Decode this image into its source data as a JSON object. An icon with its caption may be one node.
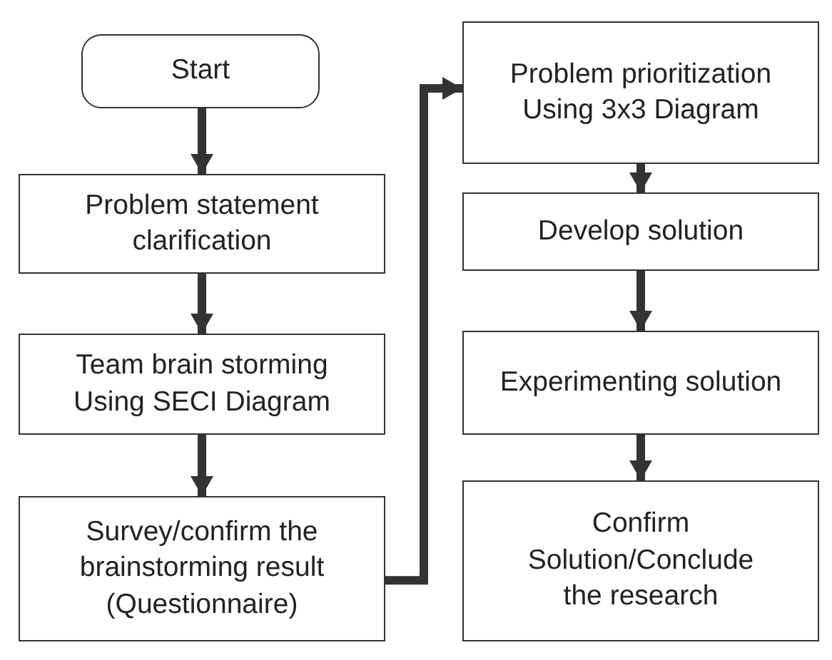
{
  "diagram": {
    "nodes": [
      {
        "text": [
          "Start"
        ]
      },
      {
        "text": [
          "Problem statement clarification"
        ]
      },
      {
        "text": [
          "Team brain storming Using SECI Diagram"
        ]
      },
      {
        "text": [
          "Survey/confirm the brainstorming result (Questionnaire)"
        ]
      },
      {
        "text": [
          "Problem prioritization Using 3x3 Diagram"
        ]
      },
      {
        "text": [
          "Develop solution"
        ]
      },
      {
        "text": [
          "Experimenting solution"
        ]
      },
      {
        "text": [
          "Confirm Solution/Conclude the research"
        ]
      }
    ],
    "edges": [
      {
        "from": 0,
        "to": 1,
        "arrow": "to"
      },
      {
        "from": 1,
        "to": 2,
        "arrow": "to"
      },
      {
        "from": 2,
        "to": 3,
        "arrow": "to"
      },
      {
        "from": 3,
        "to": 4,
        "arrow": "to"
      },
      {
        "from": 4,
        "to": 5,
        "arrow": "to"
      },
      {
        "from": 5,
        "to": 6,
        "arrow": "to"
      },
      {
        "from": 6,
        "to": 7,
        "arrow": "to"
      }
    ]
  }
}
